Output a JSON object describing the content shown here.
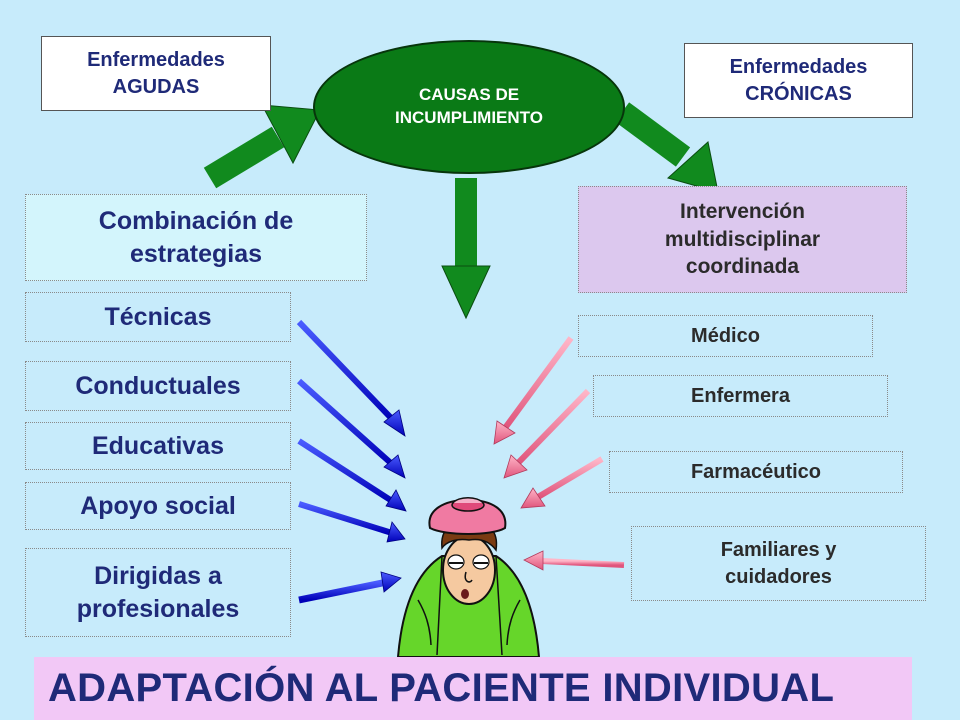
{
  "top": {
    "agudas": "Enfermedades\nAGUDAS",
    "causas": "CAUSAS DE\nINCUMPLIMIENTO",
    "cronicas": "Enfermedades\nCRÓNICAS"
  },
  "left": {
    "header": "Combinación de\nestrategias",
    "items": [
      "Técnicas",
      "Conductuales",
      "Educativas",
      "Apoyo social",
      "Dirigidas a\nprofesionales"
    ]
  },
  "right": {
    "header": "Intervención\nmultidisciplinar\ncoordinada",
    "items": [
      "Médico",
      "Enfermera",
      "Farmacéutico",
      "Familiares y\ncuidadores"
    ]
  },
  "footer": "ADAPTACIÓN AL PACIENTE INDIVIDUAL",
  "colors": {
    "background": "#c7ebfb",
    "green": "#0a7a16",
    "blue_arrow": "#1010e0",
    "pink_arrow": "#ee7898",
    "footer_bg": "#f2c8f6"
  },
  "icons": {
    "patient": "sick-patient-illustration"
  }
}
